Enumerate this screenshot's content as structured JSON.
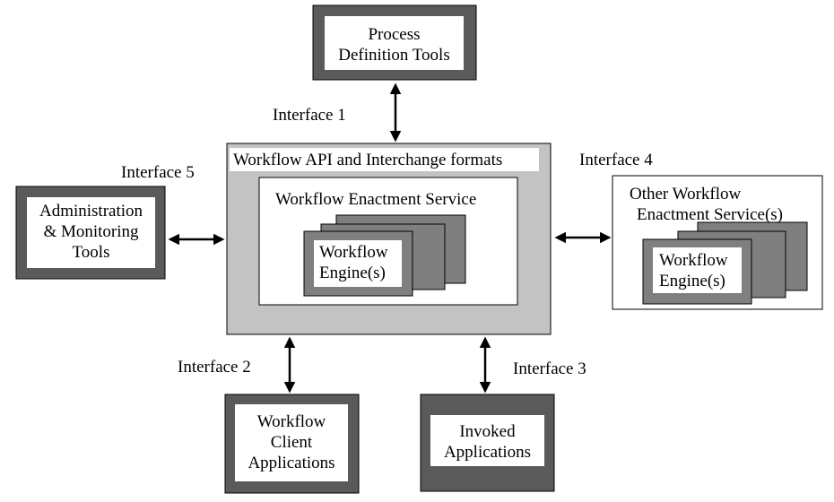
{
  "diagram": {
    "process_tools": {
      "line1": "Process",
      "line2": "Definition Tools"
    },
    "admin_tools": {
      "line1": "Administration",
      "line2": "& Monitoring",
      "line3": "Tools"
    },
    "api_box": {
      "title": "Workflow API and Interchange formats"
    },
    "enactment_service": {
      "title": "Workflow Enactment Service"
    },
    "engine": {
      "line1": "Workflow",
      "line2": "Engine(s)"
    },
    "other_service": {
      "line1": "Other Workflow",
      "line2": "Enactment Service(s)"
    },
    "other_engine": {
      "line1": "Workflow",
      "line2": "Engine(s)"
    },
    "client_apps": {
      "line1": "Workflow",
      "line2": "Client",
      "line3": "Applications"
    },
    "invoked_apps": {
      "line1": "Invoked",
      "line2": "Applications"
    },
    "interfaces": {
      "i1": "Interface 1",
      "i2": "Interface 2",
      "i3": "Interface 3",
      "i4": "Interface 4",
      "i5": "Interface 5"
    }
  },
  "colors": {
    "dark_frame": "#5a5a5a",
    "engine_gray": "#7f7f7f",
    "api_gray": "#c3c3c3",
    "white": "#ffffff",
    "black": "#000000"
  }
}
